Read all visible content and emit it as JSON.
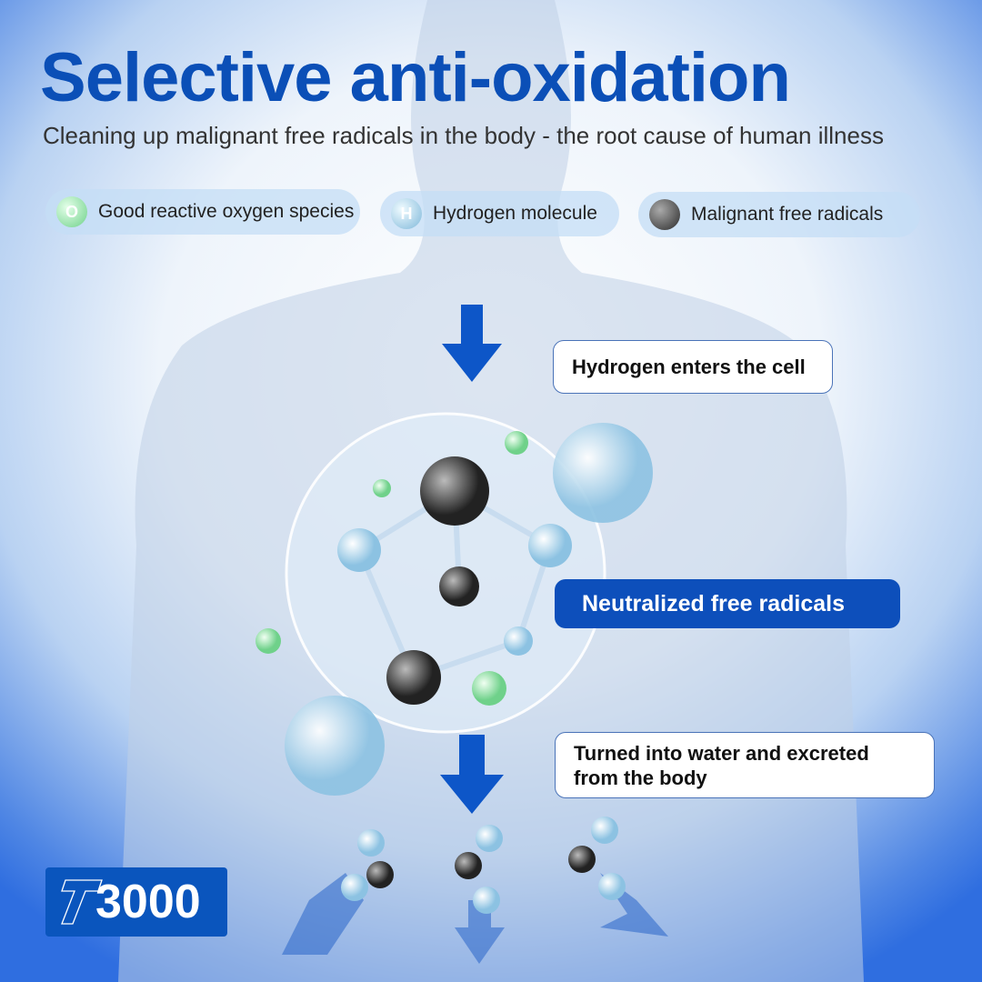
{
  "title": "Selective anti-oxidation",
  "subtitle": "Cleaning up malignant free radicals in the body - the root cause of human illness",
  "legend": [
    {
      "icon": "oxygen-icon",
      "symbol": "O",
      "label": "Good reactive oxygen species"
    },
    {
      "icon": "hydrogen-icon",
      "symbol": "H",
      "label": "Hydrogen molecule"
    },
    {
      "icon": "free-radical-icon",
      "symbol": "",
      "label": "Malignant free radicals"
    }
  ],
  "steps": [
    "Hydrogen enters the cell",
    "Neutralized free radicals",
    "Turned into water and excreted from the body"
  ],
  "logo": {
    "letter": "T",
    "number": "3000"
  },
  "colors": {
    "brand": "#0b4fb7",
    "accent": "#0d4fbb"
  }
}
